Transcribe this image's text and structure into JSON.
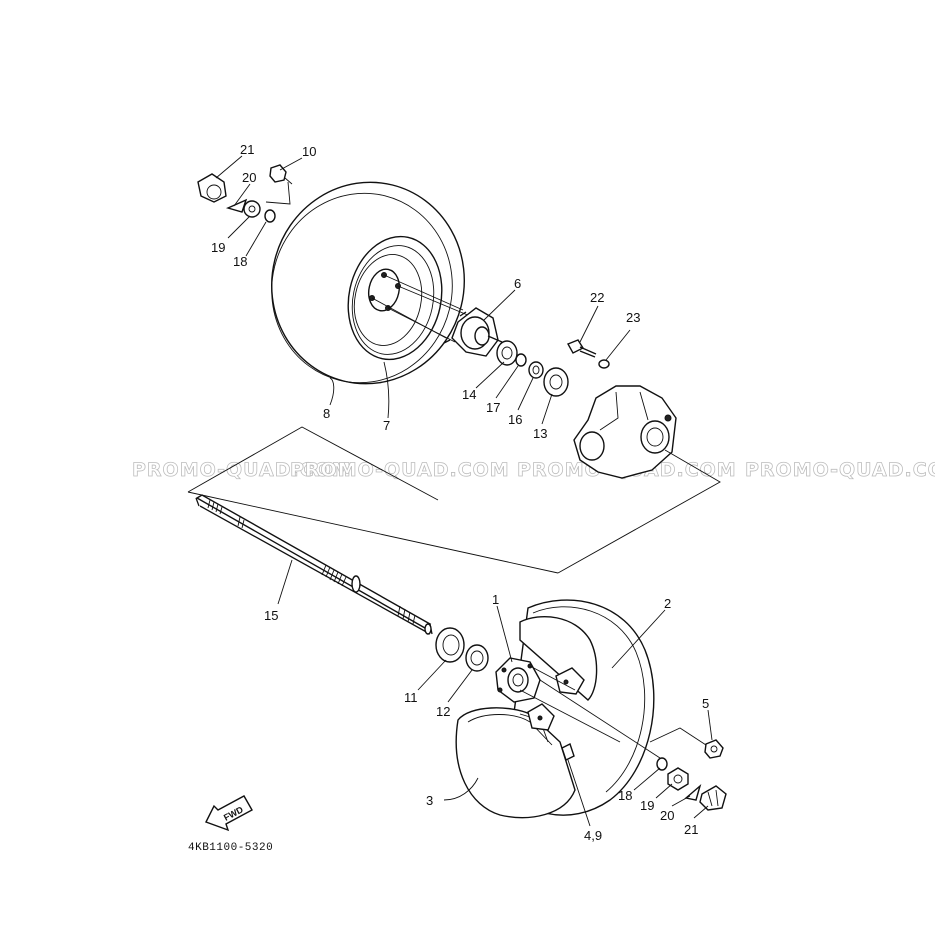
{
  "diagram": {
    "part_code": "4KB1100-5320",
    "fwd_label": "FWD",
    "watermarks": [
      "PROMO-QUAD.COM",
      "PROMO-QUAD.COM",
      "PROMO-QUAD.COM",
      "PROMO-QUAD.COM"
    ],
    "callouts": {
      "c1": "1",
      "c2": "2",
      "c3": "3",
      "c4_9": "4,9",
      "c5": "5",
      "c6": "6",
      "c7": "7",
      "c8": "8",
      "c10": "10",
      "c11": "11",
      "c12": "12",
      "c13": "13",
      "c14": "14",
      "c15": "15",
      "c16": "16",
      "c17": "17",
      "c18_top": "18",
      "c19_top": "19",
      "c20_top": "20",
      "c21_top": "21",
      "c18_bottom": "18",
      "c19_bottom": "19",
      "c20_bottom": "20",
      "c21_bottom": "21",
      "c22": "22",
      "c23": "23"
    }
  }
}
